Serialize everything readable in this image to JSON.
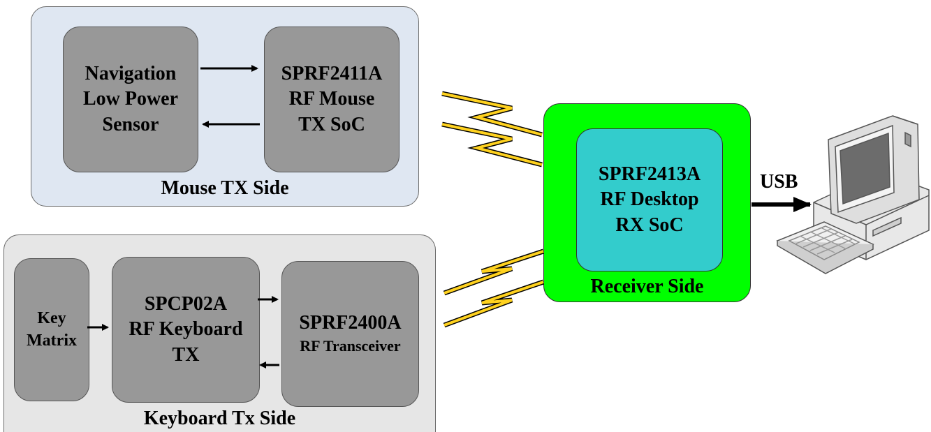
{
  "mouse_panel": {
    "label": "Mouse TX Side",
    "sensor": "Navigation\nLow Power\nSensor",
    "tx_soc": "SPRF2411A\nRF Mouse\nTX SoC"
  },
  "keyboard_panel": {
    "label": "Keyboard Tx Side",
    "key_matrix": "Key\nMatrix",
    "keyboard_tx": "SPCP02A\nRF Keyboard\nTX",
    "transceiver_title": "SPRF2400A",
    "transceiver_sub": "RF Transceiver"
  },
  "receiver_panel": {
    "label": "Receiver Side",
    "rx_soc": "SPRF2413A\nRF Desktop\nRX SoC",
    "bg_color": "#00ff00",
    "inner_color": "#33cccc"
  },
  "usb_label": "USB",
  "icons": [
    "wireless-signal-icon",
    "desktop-computer-icon",
    "keyboard-icon"
  ]
}
